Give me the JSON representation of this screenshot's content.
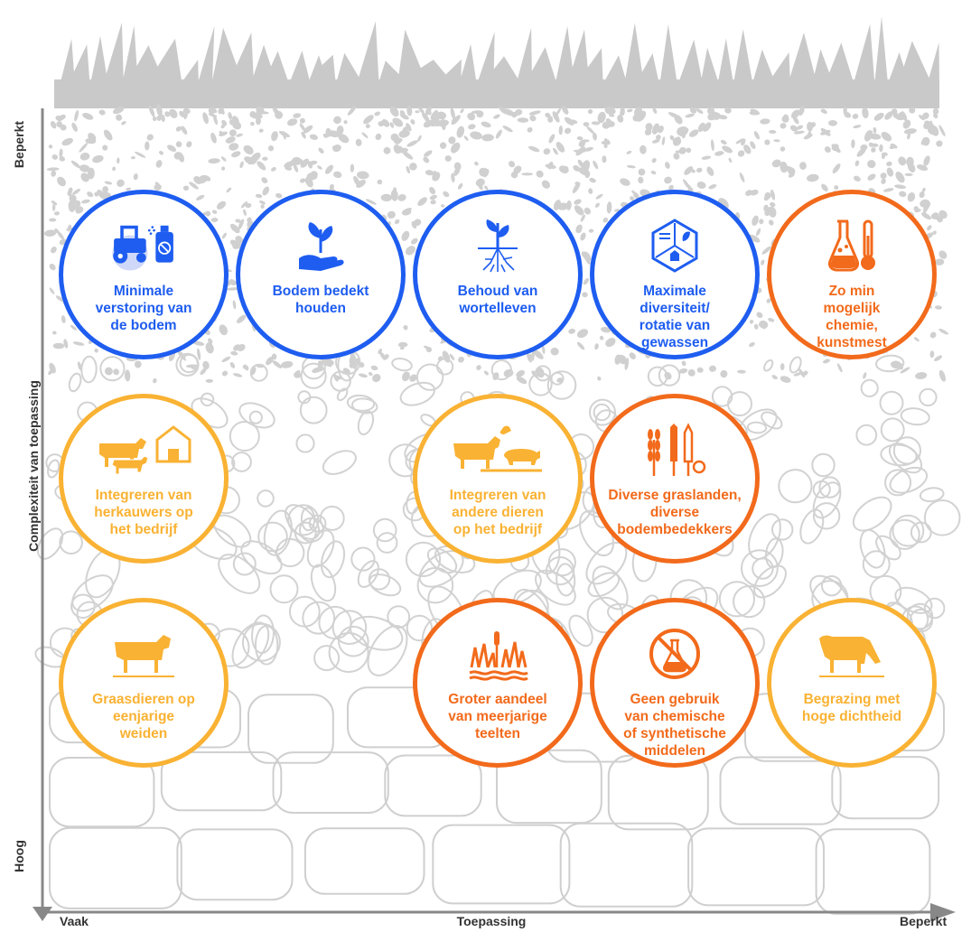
{
  "axes": {
    "y_title": "Complexiteit van toepassing",
    "y_top": "Beperkt",
    "y_bottom": "Hoog",
    "x_title": "Toepassing",
    "x_left": "Vaak",
    "x_right": "Beperkt"
  },
  "colors": {
    "blue": "#1e5df0",
    "orange": "#f26a1b",
    "yellow": "#f9b233",
    "soil": "#b8b8b8"
  },
  "practices": [
    {
      "label": "Minimale\nverstoring van\nde bodem",
      "color": "blue",
      "icon": "tractor-sprayer-icon"
    },
    {
      "label": "Bodem bedekt\nhouden",
      "color": "blue",
      "icon": "hand-plant-icon"
    },
    {
      "label": "Behoud van\nwortelleven",
      "color": "blue",
      "icon": "roots-plant-icon"
    },
    {
      "label": "Maximale\ndiversiteit/\nrotatie van\ngewassen",
      "color": "blue",
      "icon": "crop-rotation-icon"
    },
    {
      "label": "Zo min\nmogelijk\nchemie,\nkunstmest",
      "color": "orange",
      "icon": "flask-thermometer-icon"
    },
    {
      "label": "Integreren van\nherkauwers op\nhet bedrijf",
      "color": "yellow",
      "icon": "cows-barn-icon"
    },
    {
      "label": "Integreren van\nandere dieren\nop het bedrijf",
      "color": "yellow",
      "icon": "farm-animals-icon"
    },
    {
      "label": "Diverse graslanden,\ndiverse\nbodembedekkers",
      "color": "orange",
      "icon": "grains-icon"
    },
    {
      "label": "Graasdieren op\neenjarige\nweiden",
      "color": "yellow",
      "icon": "cow-icon"
    },
    {
      "label": "Groter aandeel\nvan meerjarige\nteelten",
      "color": "orange",
      "icon": "reeds-icon"
    },
    {
      "label": "Geen gebruik\nvan chemische\nof synthetische\nmiddelen",
      "color": "orange",
      "icon": "no-chemicals-icon"
    },
    {
      "label": "Begrazing met\nhoge dichtheid",
      "color": "yellow",
      "icon": "grazing-cow-icon"
    }
  ]
}
